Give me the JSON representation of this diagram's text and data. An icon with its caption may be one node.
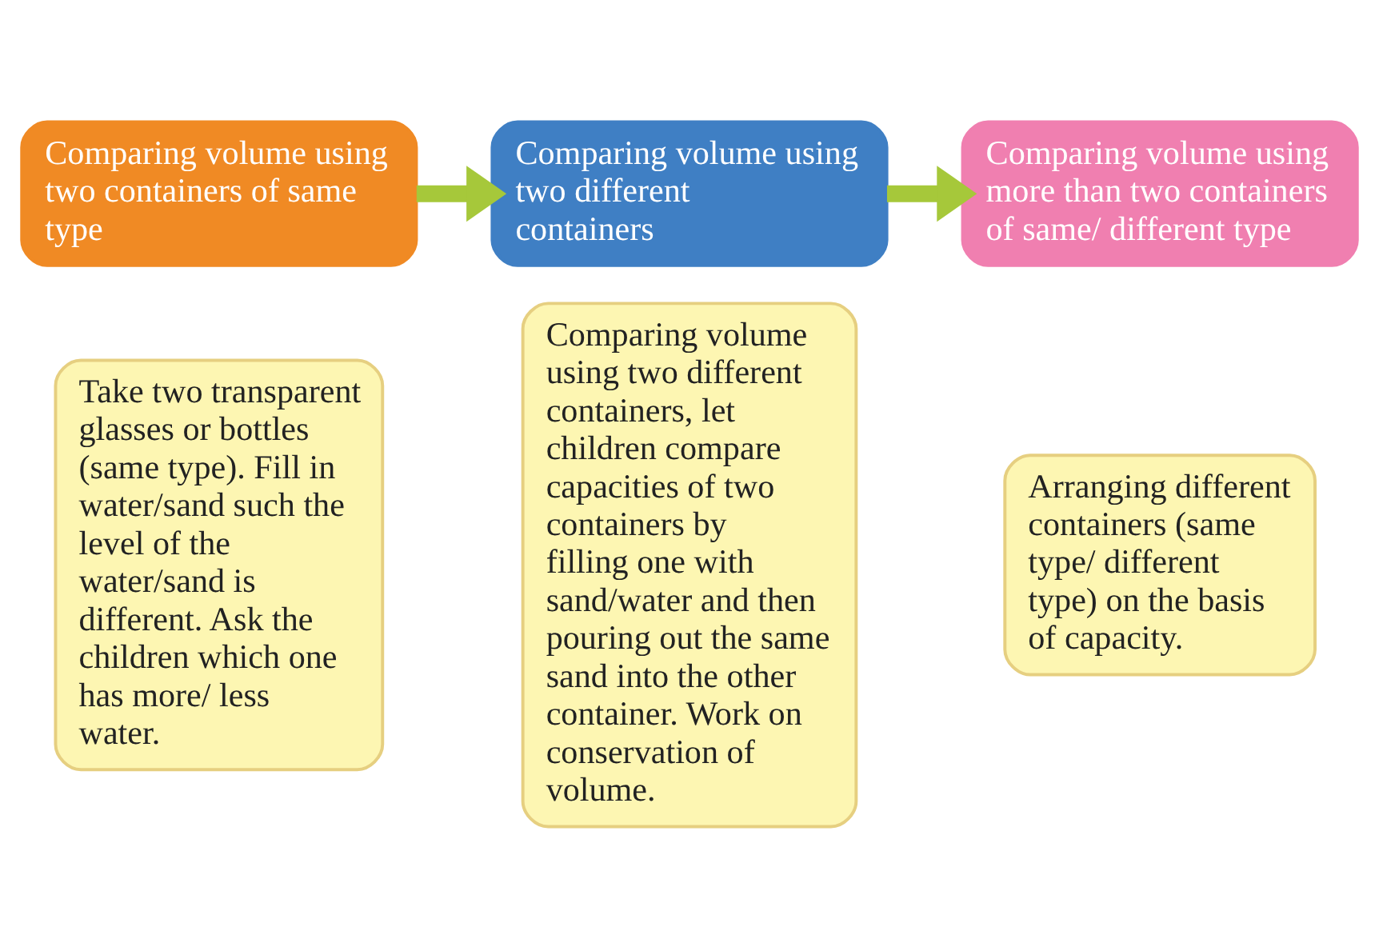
{
  "diagram": {
    "nodes": [
      {
        "text": [
          "Comparing volume using two containers of same type"
        ]
      },
      {
        "text": [
          "Comparing volume using two different containers"
        ]
      },
      {
        "text": [
          "Comparing volume using more than two containers of same/ different type"
        ]
      },
      {
        "text": [
          "Take two transparent glasses or bottles (same type). Fill in water/sand such the level of the water/sand is different. Ask the children which one has more/ less water."
        ]
      },
      {
        "text": [
          "Comparing volume using two different containers, let children compare capacities of two containers by filling one with sand/water and then pouring out the same sand into the other container. Work on conservation of volume."
        ]
      },
      {
        "text": [
          "Arranging different containers (same type/ different type) on the basis of capacity."
        ]
      }
    ],
    "edges": [
      {
        "from": 0,
        "to": 1,
        "arrow": "to"
      },
      {
        "from": 1,
        "to": 2,
        "arrow": "to"
      }
    ]
  }
}
